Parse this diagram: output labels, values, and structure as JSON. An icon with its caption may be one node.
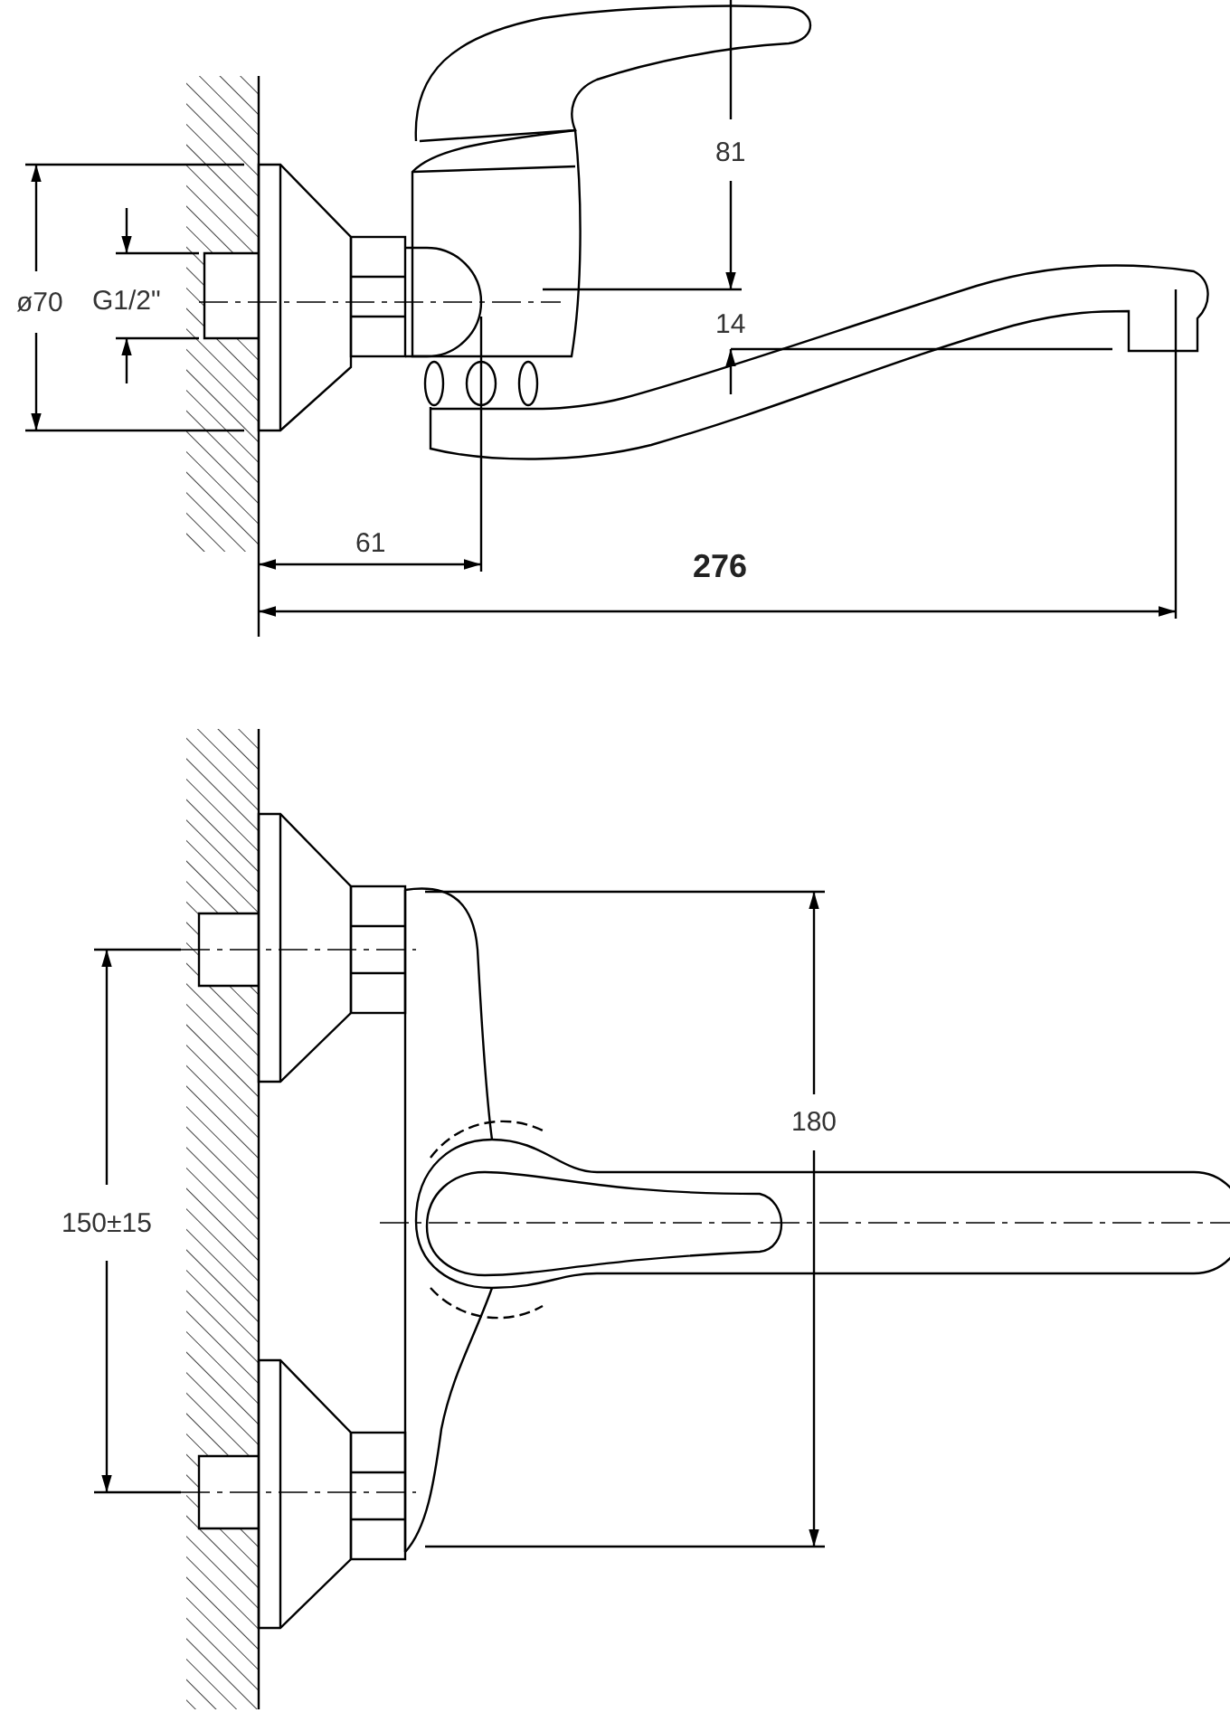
{
  "diagram": {
    "labels": [
      "81",
      "ø70",
      "G1/2\"",
      "14",
      "61",
      "276",
      "180",
      "150±15"
    ]
  }
}
